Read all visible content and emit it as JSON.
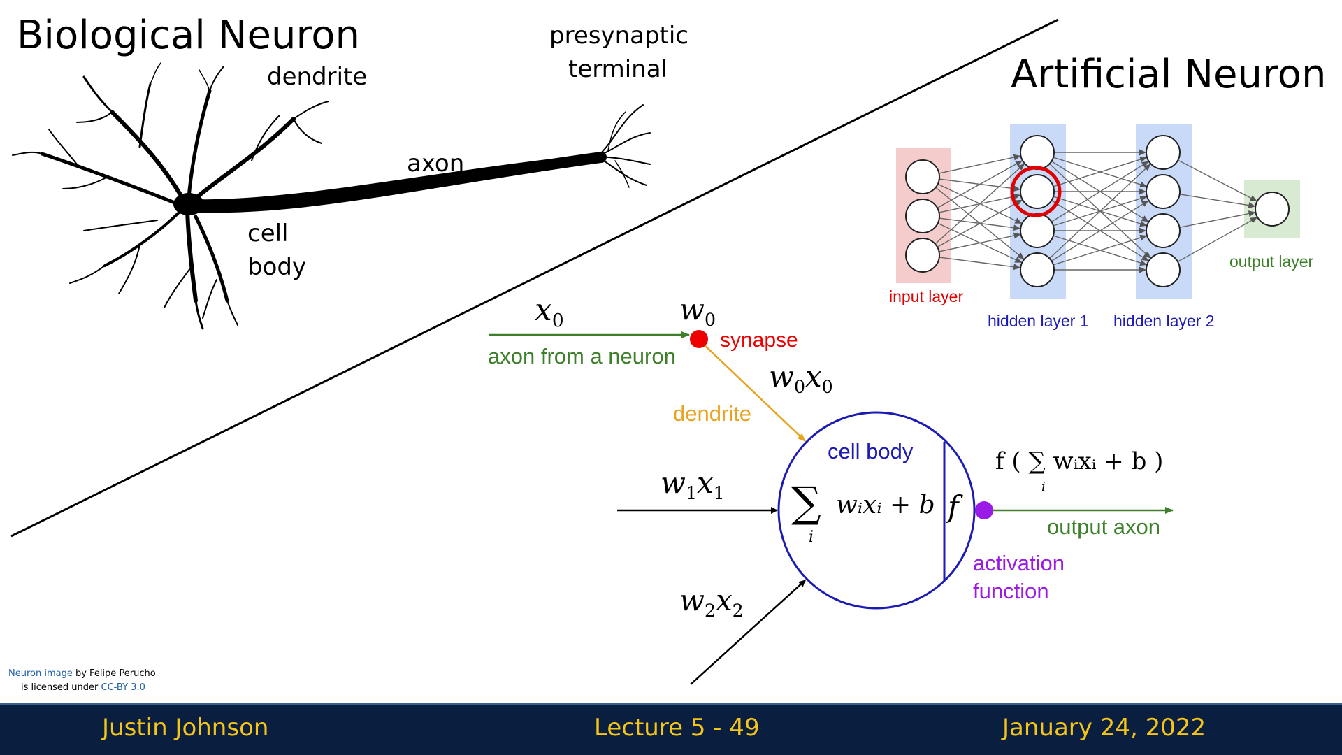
{
  "biological": {
    "title": "Biological Neuron",
    "labels": {
      "dendrite": "dendrite",
      "presynaptic_line1": "presynaptic",
      "presynaptic_line2": "terminal",
      "axon": "axon",
      "cell_line1": "cell",
      "cell_line2": "body"
    }
  },
  "artificial": {
    "title": "Artificial Neuron",
    "network": {
      "input_layer": "input layer",
      "hidden_layer_1": "hidden layer 1",
      "hidden_layer_2": "hidden layer 2",
      "output_layer": "output layer",
      "input_count": 3,
      "hidden1_count": 4,
      "hidden2_count": 4,
      "output_count": 1
    },
    "neuron_model": {
      "x0": "x",
      "x0_sub": "0",
      "w0": "w",
      "w0_sub": "0",
      "synapse": "synapse",
      "axon_from_neuron": "axon from a neuron",
      "w0x0_w": "w",
      "w0x0_wsub": "0",
      "w0x0_x": "x",
      "w0x0_xsub": "0",
      "dendrite": "dendrite",
      "cell_body": "cell body",
      "w1x1_w": "w",
      "w1x1_wsub": "1",
      "w1x1_x": "x",
      "w1x1_xsub": "1",
      "w2x2_w": "w",
      "w2x2_wsub": "2",
      "w2x2_x": "x",
      "w2x2_xsub": "2",
      "sum_symbol": "∑",
      "sum_index": "i",
      "sum_expr": "wᵢxᵢ + b",
      "f": "f",
      "output_expr": "f ( ∑ wᵢxᵢ + b )",
      "output_index": "i",
      "output_axon": "output axon",
      "activation_line1": "activation",
      "activation_line2": "function"
    },
    "colors": {
      "input": "#f4cccc",
      "hidden": "#c9daf8",
      "output": "#d9ead3",
      "highlight": "#e00000",
      "synapse": "#ee0000",
      "axon_green": "#3d7f2a",
      "dendrite_orange": "#e8a321",
      "cell_blue": "#1c1cb4",
      "activation_purple": "#9a1ae6"
    }
  },
  "credit": {
    "link1": "Neuron image",
    "text1": " by Felipe Perucho",
    "text2": "is licensed under ",
    "link2": "CC-BY 3.0"
  },
  "footer": {
    "author": "Justin Johnson",
    "lecture": "Lecture 5 - 49",
    "date": "January 24, 2022"
  }
}
